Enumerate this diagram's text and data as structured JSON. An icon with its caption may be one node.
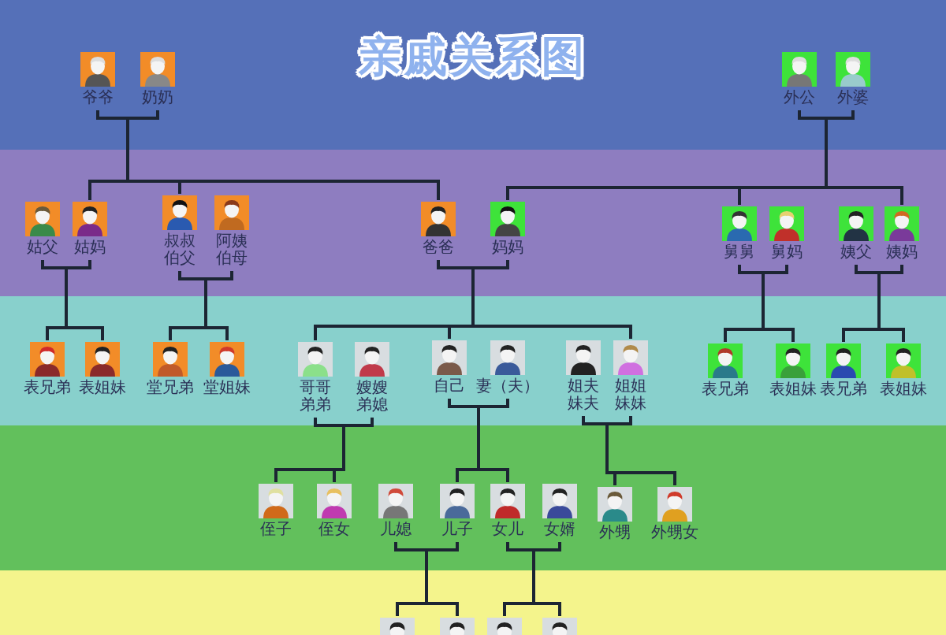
{
  "diagram": {
    "title": "亲戚关系图",
    "nodes": [
      {
        "text": [
          "爷爷"
        ]
      },
      {
        "text": [
          "奶奶"
        ]
      },
      {
        "text": [
          "外公"
        ]
      },
      {
        "text": [
          "外婆"
        ]
      },
      {
        "text": [
          "姑父"
        ]
      },
      {
        "text": [
          "姑妈"
        ]
      },
      {
        "text": [
          "叔叔伯父"
        ]
      },
      {
        "text": [
          "阿姨伯母"
        ]
      },
      {
        "text": [
          "爸爸"
        ]
      },
      {
        "text": [
          "妈妈"
        ]
      },
      {
        "text": [
          "舅舅"
        ]
      },
      {
        "text": [
          "舅妈"
        ]
      },
      {
        "text": [
          "姨父"
        ]
      },
      {
        "text": [
          "姨妈"
        ]
      },
      {
        "text": [
          "表兄弟"
        ]
      },
      {
        "text": [
          "表姐妹"
        ]
      },
      {
        "text": [
          "堂兄弟"
        ]
      },
      {
        "text": [
          "堂姐妹"
        ]
      },
      {
        "text": [
          "哥哥弟弟"
        ]
      },
      {
        "text": [
          "嫂嫂弟媳"
        ]
      },
      {
        "text": [
          "自己"
        ]
      },
      {
        "text": [
          "妻（夫）"
        ]
      },
      {
        "text": [
          "姐夫妹夫"
        ]
      },
      {
        "text": [
          "姐姐妹妹"
        ]
      },
      {
        "text": [
          "表兄弟"
        ]
      },
      {
        "text": [
          "表姐妹"
        ]
      },
      {
        "text": [
          "表兄弟"
        ]
      },
      {
        "text": [
          "表姐妹"
        ]
      },
      {
        "text": [
          "侄子"
        ]
      },
      {
        "text": [
          "侄女"
        ]
      },
      {
        "text": [
          "儿媳"
        ]
      },
      {
        "text": [
          "儿子"
        ]
      },
      {
        "text": [
          "女儿"
        ]
      },
      {
        "text": [
          "女婿"
        ]
      },
      {
        "text": [
          "外甥"
        ]
      },
      {
        "text": [
          "外甥女"
        ]
      },
      {
        "text": [],
        "shape": "person"
      },
      {
        "text": [],
        "shape": "person"
      },
      {
        "text": [],
        "shape": "person"
      },
      {
        "text": [],
        "shape": "person"
      }
    ],
    "edges": [
      {
        "from": 0,
        "to": 5,
        "arrow": "none"
      },
      {
        "from": 1,
        "to": 5,
        "arrow": "none"
      },
      {
        "from": 0,
        "to": 6,
        "arrow": "none"
      },
      {
        "from": 1,
        "to": 6,
        "arrow": "none"
      },
      {
        "from": 0,
        "to": 8,
        "arrow": "none"
      },
      {
        "from": 1,
        "to": 8,
        "arrow": "none"
      },
      {
        "from": 2,
        "to": 9,
        "arrow": "none"
      },
      {
        "from": 3,
        "to": 9,
        "arrow": "none"
      },
      {
        "from": 2,
        "to": 10,
        "arrow": "none"
      },
      {
        "from": 3,
        "to": 10,
        "arrow": "none"
      },
      {
        "from": 2,
        "to": 13,
        "arrow": "none"
      },
      {
        "from": 3,
        "to": 13,
        "arrow": "none"
      },
      {
        "from": 4,
        "to": 14,
        "arrow": "none"
      },
      {
        "from": 5,
        "to": 14,
        "arrow": "none"
      },
      {
        "from": 4,
        "to": 15,
        "arrow": "none"
      },
      {
        "from": 5,
        "to": 15,
        "arrow": "none"
      },
      {
        "from": 6,
        "to": 16,
        "arrow": "none"
      },
      {
        "from": 7,
        "to": 16,
        "arrow": "none"
      },
      {
        "from": 6,
        "to": 17,
        "arrow": "none"
      },
      {
        "from": 7,
        "to": 17,
        "arrow": "none"
      },
      {
        "from": 8,
        "to": 18,
        "arrow": "none"
      },
      {
        "from": 9,
        "to": 18,
        "arrow": "none"
      },
      {
        "from": 8,
        "to": 20,
        "arrow": "none"
      },
      {
        "from": 9,
        "to": 20,
        "arrow": "none"
      },
      {
        "from": 8,
        "to": 23,
        "arrow": "none"
      },
      {
        "from": 9,
        "to": 23,
        "arrow": "none"
      },
      {
        "from": 10,
        "to": 24,
        "arrow": "none"
      },
      {
        "from": 11,
        "to": 24,
        "arrow": "none"
      },
      {
        "from": 10,
        "to": 25,
        "arrow": "none"
      },
      {
        "from": 11,
        "to": 25,
        "arrow": "none"
      },
      {
        "from": 12,
        "to": 26,
        "arrow": "none"
      },
      {
        "from": 13,
        "to": 26,
        "arrow": "none"
      },
      {
        "from": 12,
        "to": 27,
        "arrow": "none"
      },
      {
        "from": 13,
        "to": 27,
        "arrow": "none"
      },
      {
        "from": 18,
        "to": 28,
        "arrow": "none"
      },
      {
        "from": 19,
        "to": 28,
        "arrow": "none"
      },
      {
        "from": 18,
        "to": 29,
        "arrow": "none"
      },
      {
        "from": 19,
        "to": 29,
        "arrow": "none"
      },
      {
        "from": 20,
        "to": 31,
        "arrow": "none"
      },
      {
        "from": 21,
        "to": 31,
        "arrow": "none"
      },
      {
        "from": 20,
        "to": 32,
        "arrow": "none"
      },
      {
        "from": 21,
        "to": 32,
        "arrow": "none"
      },
      {
        "from": 22,
        "to": 34,
        "arrow": "none"
      },
      {
        "from": 23,
        "to": 34,
        "arrow": "none"
      },
      {
        "from": 22,
        "to": 35,
        "arrow": "none"
      },
      {
        "from": 23,
        "to": 35,
        "arrow": "none"
      },
      {
        "from": 30,
        "to": 36,
        "arrow": "none"
      },
      {
        "from": 31,
        "to": 36,
        "arrow": "none"
      },
      {
        "from": 30,
        "to": 37,
        "arrow": "none"
      },
      {
        "from": 31,
        "to": 37,
        "arrow": "none"
      },
      {
        "from": 32,
        "to": 38,
        "arrow": "none"
      },
      {
        "from": 33,
        "to": 38,
        "arrow": "none"
      },
      {
        "from": 32,
        "to": 39,
        "arrow": "none"
      },
      {
        "from": 33,
        "to": 39,
        "arrow": "none"
      }
    ]
  }
}
